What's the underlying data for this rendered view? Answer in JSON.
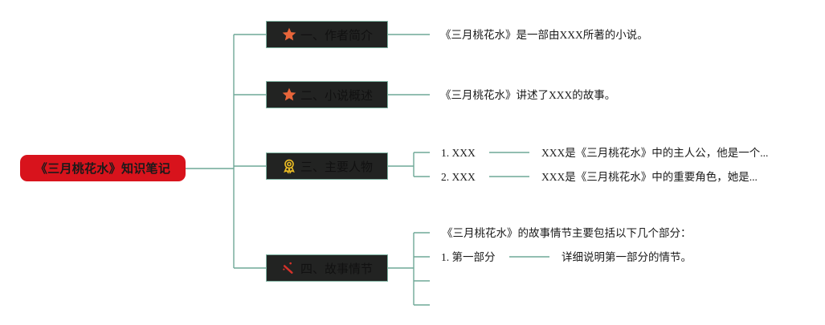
{
  "root": {
    "title": "《三月桃花水》知识笔记"
  },
  "branches": [
    {
      "label": "一、作者简介",
      "icon": "star-icon",
      "icon_color": "#e8653a",
      "notes": [
        "《三月桃花水》是一部由XXX所著的小说。"
      ]
    },
    {
      "label": "二、小说概述",
      "icon": "star-icon",
      "icon_color": "#e8653a",
      "notes": [
        "《三月桃花水》讲述了XXX的故事。"
      ]
    },
    {
      "label": "三、主要人物",
      "icon": "award-icon",
      "icon_color": "#e8b923",
      "characters": [
        {
          "name": "1. XXX",
          "desc": "XXX是《三月桃花水》中的主人公，他是一个..."
        },
        {
          "name": "2. XXX",
          "desc": "XXX是《三月桃花水》中的重要角色，她是..."
        }
      ]
    },
    {
      "label": "四、故事情节",
      "icon": "magic-wand-icon",
      "icon_color": "#d6322a",
      "intro": "《三月桃花水》的故事情节主要包括以下几个部分：",
      "parts": [
        {
          "name": "1. 第一部分",
          "desc": "详细说明第一部分的情节。"
        }
      ]
    }
  ],
  "colors": {
    "root_bg": "#d8131c",
    "branch_bg": "#222322",
    "connector": "#7fb3a2"
  }
}
